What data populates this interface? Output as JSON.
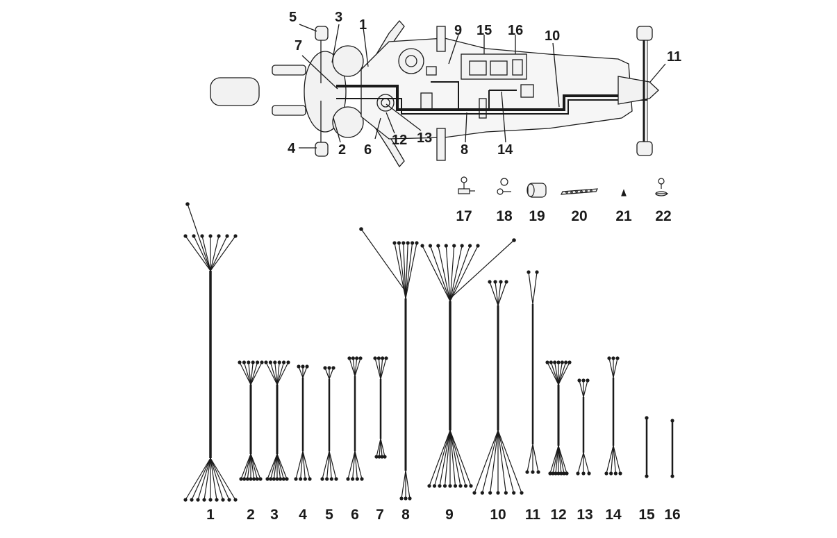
{
  "overview": {
    "callouts": [
      {
        "id": "5",
        "label": "5"
      },
      {
        "id": "3",
        "label": "3"
      },
      {
        "id": "1",
        "label": "1"
      },
      {
        "id": "7",
        "label": "7"
      },
      {
        "id": "9",
        "label": "9"
      },
      {
        "id": "15",
        "label": "15"
      },
      {
        "id": "16",
        "label": "16"
      },
      {
        "id": "10",
        "label": "10"
      },
      {
        "id": "11",
        "label": "11"
      },
      {
        "id": "4",
        "label": "4"
      },
      {
        "id": "2",
        "label": "2"
      },
      {
        "id": "6",
        "label": "6"
      },
      {
        "id": "12",
        "label": "12"
      },
      {
        "id": "13",
        "label": "13"
      },
      {
        "id": "8",
        "label": "8"
      },
      {
        "id": "14",
        "label": "14"
      }
    ]
  },
  "small_parts": [
    {
      "id": "17",
      "label": "17",
      "icon": "bulb-holder-icon"
    },
    {
      "id": "18",
      "label": "18",
      "icon": "ring-terminal-icon"
    },
    {
      "id": "19",
      "label": "19",
      "icon": "grommet-icon"
    },
    {
      "id": "20",
      "label": "20",
      "icon": "connector-strip-icon"
    },
    {
      "id": "21",
      "label": "21",
      "icon": "tab-connector-icon"
    },
    {
      "id": "22",
      "label": "22",
      "icon": "eyelet-terminal-icon"
    }
  ],
  "harnesses": [
    {
      "id": "1",
      "label": "1"
    },
    {
      "id": "2",
      "label": "2"
    },
    {
      "id": "3",
      "label": "3"
    },
    {
      "id": "4",
      "label": "4"
    },
    {
      "id": "5",
      "label": "5"
    },
    {
      "id": "6",
      "label": "6"
    },
    {
      "id": "7",
      "label": "7"
    },
    {
      "id": "8",
      "label": "8"
    },
    {
      "id": "9",
      "label": "9"
    },
    {
      "id": "10",
      "label": "10"
    },
    {
      "id": "11",
      "label": "11"
    },
    {
      "id": "12",
      "label": "12"
    },
    {
      "id": "13",
      "label": "13"
    },
    {
      "id": "14",
      "label": "14"
    },
    {
      "id": "15",
      "label": "15"
    },
    {
      "id": "16",
      "label": "16"
    }
  ],
  "colors": {
    "ink": "#1a1a1a",
    "fill": "#f2f2f2",
    "background": "#ffffff"
  }
}
